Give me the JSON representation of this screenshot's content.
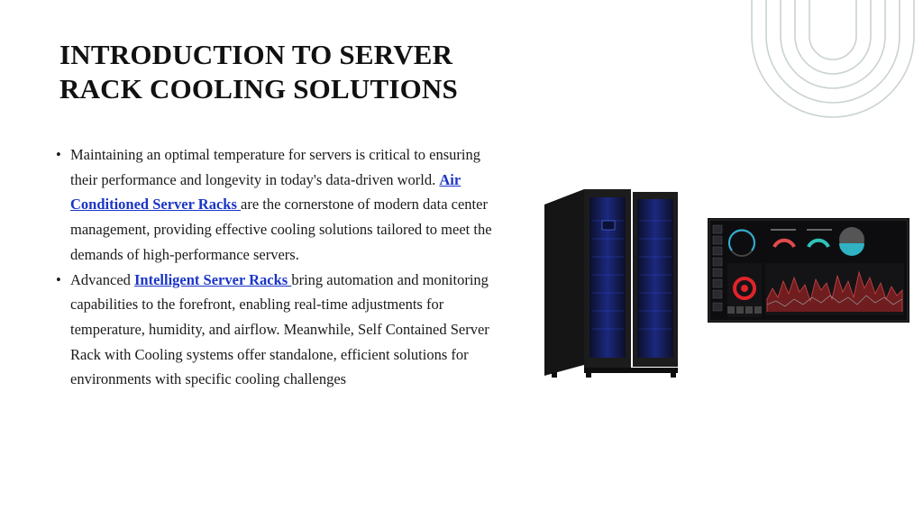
{
  "slide": {
    "title_line1": "INTRODUCTION TO SERVER",
    "title_line2": "RACK COOLING SOLUTIONS",
    "bullets": [
      {
        "marker": "•",
        "part1": "Maintaining an optimal temperature for servers is critical to ensuring their performance and longevity in today's data-driven world. ",
        "link": "Air Conditioned Server Racks ",
        "part2": "are the cornerstone of modern data center management, providing effective cooling solutions tailored to meet the demands of high-performance servers."
      },
      {
        "marker": "•",
        "part1": "Advanced ",
        "link": "Intelligent Server Racks ",
        "part2": "bring automation and monitoring capabilities to the forefront, enabling real-time adjustments for temperature, humidity, and airflow. Meanwhile, Self Contained Server Rack with Cooling systems offer standalone, efficient solutions for environments with specific cooling challenges"
      }
    ],
    "colors": {
      "link": "#1a35c7",
      "decor_arcs": "#c9d3d0",
      "dashboard_bg": "#0d0d0f"
    }
  }
}
